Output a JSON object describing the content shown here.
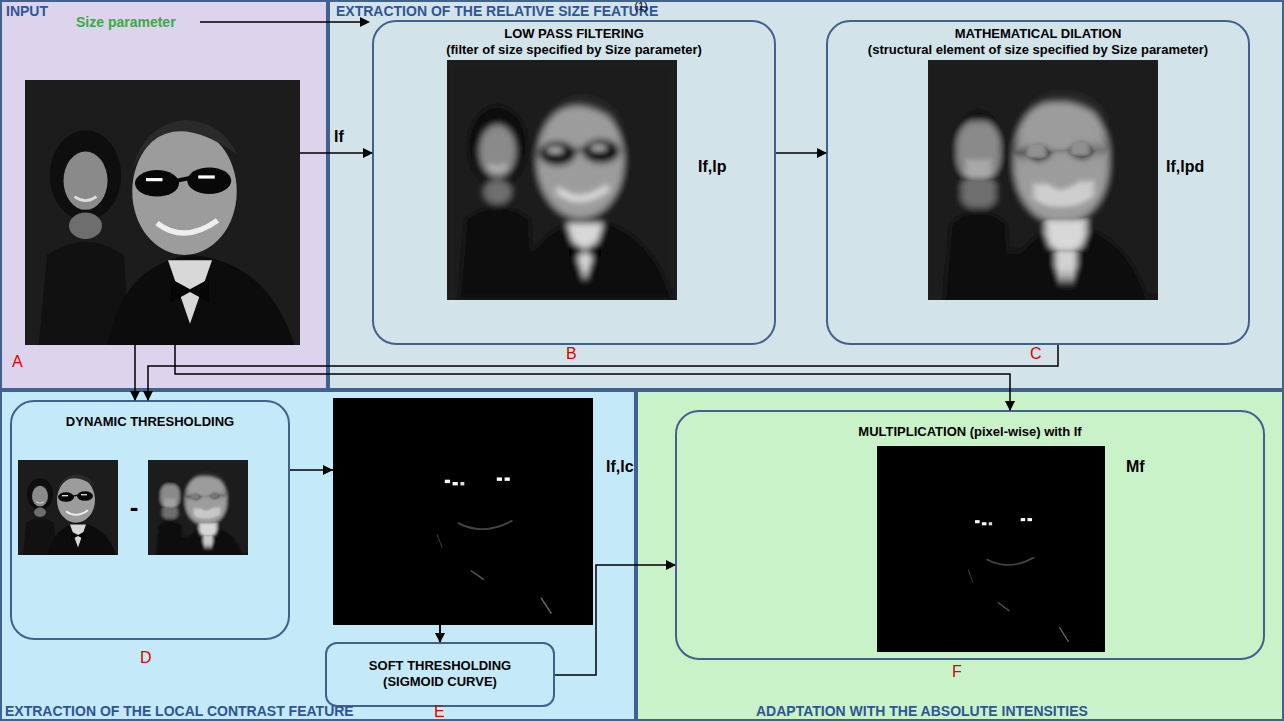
{
  "diagram": {
    "nodes": [
      {
        "text": [
          "INPUT"
        ]
      },
      {
        "text": [
          "EXTRACTION OF THE RELATIVE SIZE FEATURE"
        ]
      },
      {
        "text": [
          "LOW PASS FILTERING",
          "(filter of size specified by Size parameter)",
          "If,lp"
        ],
        "in": 1
      },
      {
        "text": [
          "MATHEMATICAL DILATION",
          "(structural element of size specified by Size parameter)",
          "If,lpd"
        ],
        "in": 1
      },
      {
        "text": [
          "EXTRACTION OF THE LOCAL CONTRAST FEATURE"
        ]
      },
      {
        "text": [
          "DYNAMIC THRESHOLDING",
          "-"
        ],
        "in": 4
      },
      {
        "text": [
          "SOFT THRESHOLDING (SIGMOID CURVE)"
        ],
        "in": 4
      },
      {
        "text": [
          "ADAPTATION WITH THE ABSOLUTE INTENSITIES"
        ]
      },
      {
        "text": [
          "MULTIPLICATION (pixel-wise) with If",
          "Mf"
        ],
        "in": 7
      }
    ],
    "edges": [
      {
        "from": 0,
        "to": 2,
        "arrow": "to"
      },
      {
        "from": 2,
        "to": 3,
        "arrow": "to"
      },
      {
        "from": 3,
        "to": 5,
        "arrow": "to"
      },
      {
        "from": 0,
        "to": 5,
        "arrow": "to"
      },
      {
        "from": 0,
        "to": 8,
        "arrow": "to"
      },
      {
        "from": 5,
        "to": 6,
        "arrow": "to"
      },
      {
        "from": 6,
        "to": 8,
        "arrow": "to"
      }
    ],
    "labels": [
      "(1)",
      "Size parameter",
      "If",
      "A",
      "B",
      "C",
      "D",
      "If,lc",
      "E",
      "F"
    ]
  }
}
